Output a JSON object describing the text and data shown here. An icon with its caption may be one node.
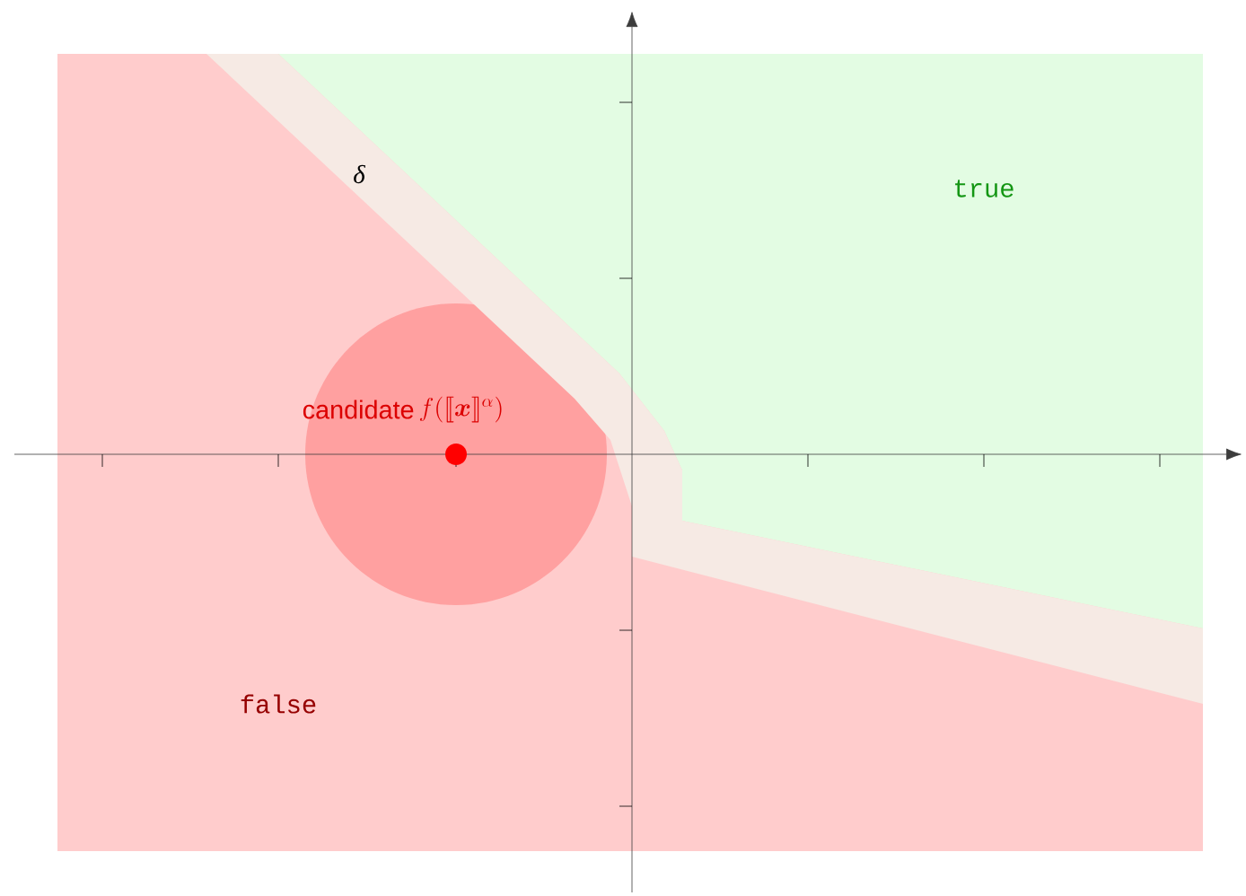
{
  "diagram": {
    "labels": [
      "δ",
      "true",
      "candidate",
      "f(\\llbracket \\boldsymbol{x}\\rrbracket^{\\alpha})",
      "false"
    ]
  }
}
